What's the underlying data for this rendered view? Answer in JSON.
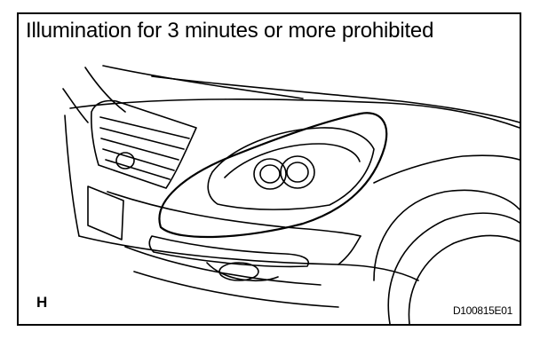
{
  "figure": {
    "caption": "Illumination for 3 minutes or more prohibited",
    "view_code": "H",
    "figure_id": "D100815E01"
  },
  "colors": {
    "line": "#000000",
    "background": "#ffffff"
  }
}
